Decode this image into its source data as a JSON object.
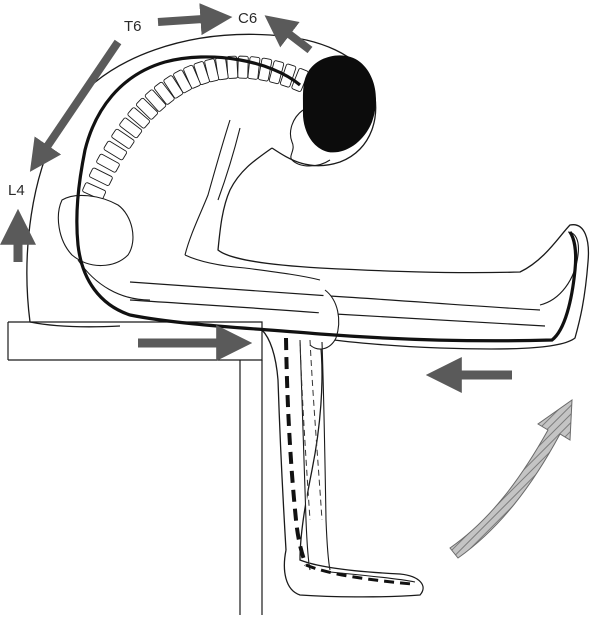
{
  "labels": {
    "t6": "T6",
    "c6": "C6",
    "l4": "L4"
  },
  "colors": {
    "arrow": "#5a5a5a",
    "nerve": "#111111",
    "outline": "#1a1a1a",
    "head": "#0c0c0c",
    "hatch_arrow": "#a8a8a8"
  }
}
